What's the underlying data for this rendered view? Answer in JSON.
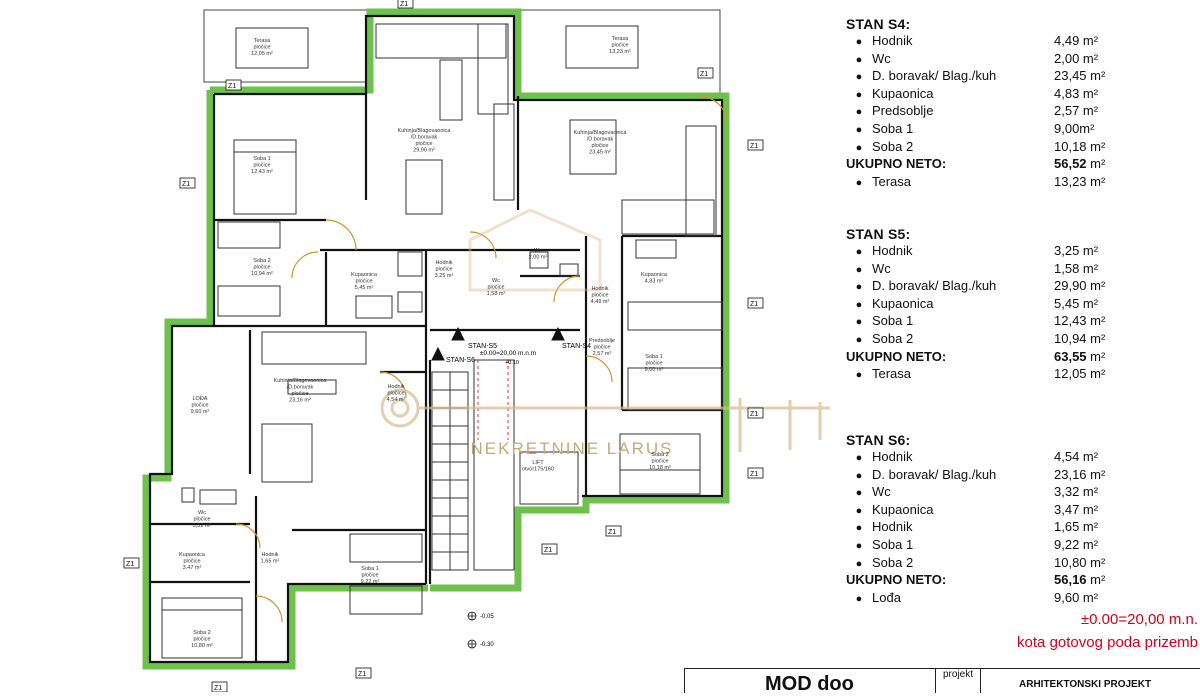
{
  "units": [
    {
      "title": "STAN S4:",
      "rooms": [
        {
          "name": "Hodnik",
          "area": "4,49 m²"
        },
        {
          "name": "Wc",
          "area": "2,00 m²"
        },
        {
          "name": "D. boravak/ Blag./kuh",
          "area": "23,45 m²"
        },
        {
          "name": "Kupaonica",
          "area": "4,83 m²"
        },
        {
          "name": "Predsoblje",
          "area": "2,57 m²"
        },
        {
          "name": "Soba 1",
          "area": "9,00m²"
        },
        {
          "name": "Soba 2",
          "area": "10,18 m²"
        }
      ],
      "total_label": "UKUPNO NETO:",
      "total_num": "56,52",
      "total_unit": " m²",
      "extras": [
        {
          "name": "Terasa",
          "area": "13,23 m²"
        }
      ]
    },
    {
      "title": "STAN S5:",
      "rooms": [
        {
          "name": "Hodnik",
          "area": "3,25 m²"
        },
        {
          "name": "Wc",
          "area": "1,58 m²"
        },
        {
          "name": "D. boravak/ Blag./kuh",
          "area": "29,90 m²"
        },
        {
          "name": "Kupaonica",
          "area": "5,45 m²"
        },
        {
          "name": "Soba 1",
          "area": "12,43 m²"
        },
        {
          "name": "Soba 2",
          "area": "10,94 m²"
        }
      ],
      "total_label": "UKUPNO NETO:",
      "total_num": "63,55",
      "total_unit": " m²",
      "extras": [
        {
          "name": "Terasa",
          "area": "12,05 m²"
        }
      ]
    },
    {
      "title": "STAN S6:",
      "rooms": [
        {
          "name": "Hodnik",
          "area": "4,54 m²"
        },
        {
          "name": "D. boravak/ Blag./kuh",
          "area": "23,16 m²"
        },
        {
          "name": "Wc",
          "area": "3,32 m²"
        },
        {
          "name": "Kupaonica",
          "area": "3,47 m²"
        },
        {
          "name": "Hodnik",
          "area": "1,65 m²"
        },
        {
          "name": "Soba 1",
          "area": "9,22 m²"
        },
        {
          "name": "Soba 2",
          "area": "10,80 m²"
        }
      ],
      "total_label": "UKUPNO NETO:",
      "total_num": "56,16",
      "total_unit": " m²",
      "extras": [
        {
          "name": "Lođa",
          "area": "9,60 m²"
        }
      ]
    }
  ],
  "level": {
    "elevation": "±0.00=20,00 m.n.",
    "note": "kota gotovog poda prizemb"
  },
  "title_block": {
    "company": "MOD doo",
    "label": "projekt",
    "project": "ARHITEKTONSKI PROJEKT"
  },
  "plan": {
    "rooms": {
      "terasa_left": "Terasa\npločice\n12,05 m²",
      "terasa_right": "Terasa\npločice\n13,23 m²",
      "s5_kuhinja": "Kuhinja/Blagovaonica\n/D.boravak\npločice\n29,90 m²",
      "s5_soba1": "Soba 1\npločice\n12,43 m²",
      "s5_soba2": "Soba 2\npločice\n10,94 m²",
      "s5_kupaonica": "Kupaonica\npločice\n5,45 m²",
      "s5_hodnik": "Hodnik\npločice\n3,25 m²",
      "s5_wc": "Wc\npločice\n1,58 m²",
      "s4_kuhinja": "Kuhinja/Blagovaonica\n/D.boravak\npločice\n23,45 m²",
      "s4_wc": "Wc\n2,00 m²",
      "s4_kupaonica": "Kupaonica\n4,83 m²",
      "s4_hodnik": "Hodnik\npločice\n4,49 m²",
      "s4_predsoblje": "Predsoblje\npločice\n2,57 m²",
      "s4_soba1": "Soba 1\npločice\n9,00 m²",
      "s4_soba2": "Soba 2\npločice\n10,18 m²",
      "s6_lodja": "LOĐA\npločice\n9,60 m²",
      "s6_kuhinja": "Kuhinja/Blagovaonica\n/D.boravak\npločice\n23,16 m²",
      "s6_hodnik1": "Hodnik\npločice\n4,54 m²",
      "s6_wc": "Wc\npločice\n3,32 m²",
      "s6_kupaonica": "Kupaonica\npločice\n3,47 m²",
      "s6_hodnik2": "Hodnik\n1,65 m²",
      "s6_soba1": "Soba 1\npločice\n9,22 m²",
      "s6_soba2": "Soba 2\npločice\n10,80 m²",
      "lift": "LIFT\notvor175/160"
    },
    "tags": {
      "z1": "Z1",
      "stan_s5": "STAN-S5",
      "stan_s4": "STAN-S4",
      "stan_s6": "STAN-S6",
      "level": "±0.00=20,00 m.n.m",
      "level_small": "+0.10",
      "lvl_1": "-0.05",
      "lvl_2": "-0.30"
    },
    "watermark": "NEKRETNINE LARUS",
    "colors": {
      "wall": "#111111",
      "insulation": "#6dc24b",
      "door": "#c8962e",
      "watermark": "#d7b98a",
      "stair_line": "#e03030"
    }
  }
}
